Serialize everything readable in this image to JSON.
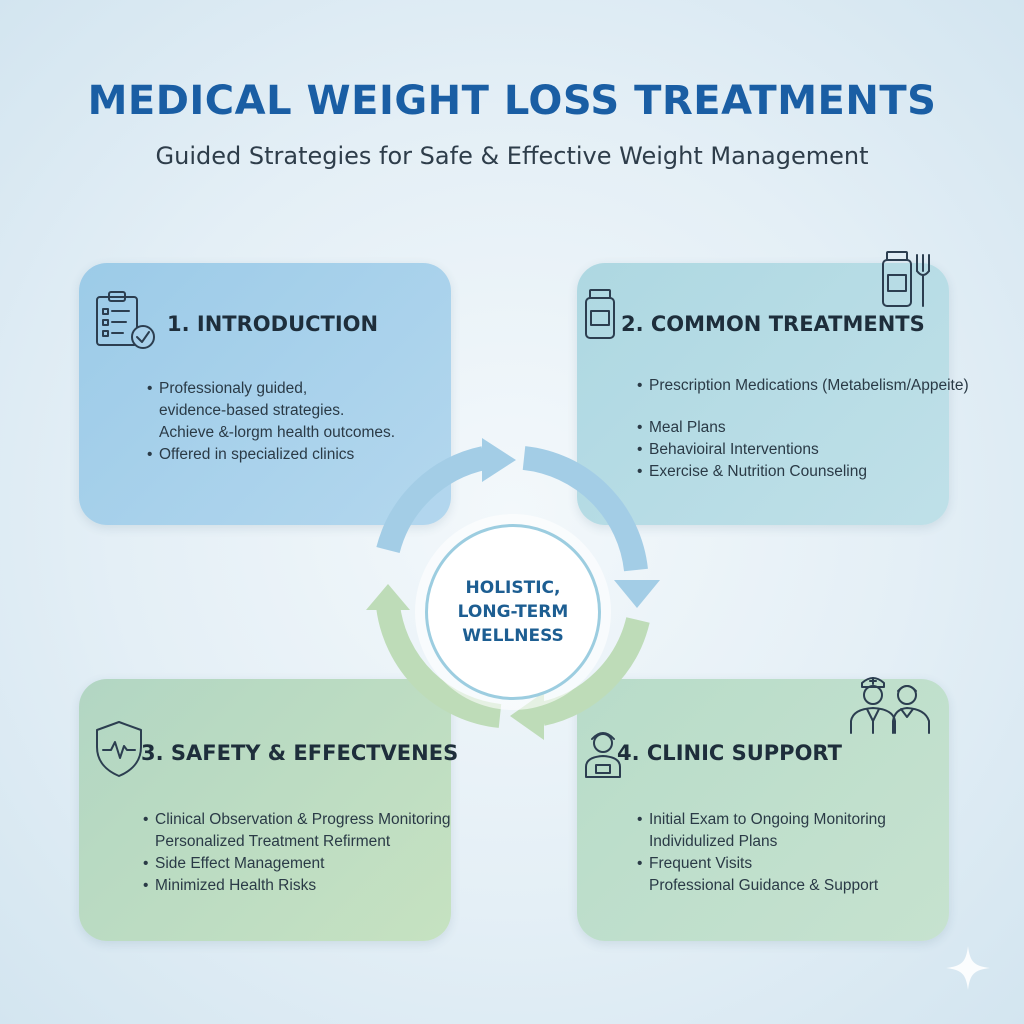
{
  "header": {
    "title": "MEDICAL WEIGHT LOSS TREATMENTS",
    "subtitle": "Guided Strategies for Safe & Effective Weight Management"
  },
  "center": {
    "line1": "HOLISTIC,",
    "line2": "LONG-TERM",
    "line3": "WELLNESS"
  },
  "cards": [
    {
      "title": "1. INTRODUCTION",
      "icon": "clipboard-check-icon",
      "bullets": [
        "Professionaly guided,",
        "evidence-based strategies.",
        "Achieve &-lorgm health outcomes.",
        "Offered in specialized clinics"
      ]
    },
    {
      "title": "2. COMMON TREATMENTS",
      "icon": "medicine-bottle-icon",
      "bullets": [
        "Prescription Medications (Metabelism/Appeite)",
        "Meal Plans",
        "Behavioiral Interventions",
        "Exercise & Nutrition Counseling"
      ]
    },
    {
      "title": "3. SAFETY & EFFECTVENES",
      "icon": "shield-heartbeat-icon",
      "bullets": [
        "Clinical Observation & Progress Monitoring",
        "Personalized Treatment Refirment",
        "Side Effect Management",
        "Minimized Health Risks"
      ]
    },
    {
      "title": "4. CLINIC SUPPORT",
      "icon": "medical-staff-icon",
      "bullets": [
        "Initial Exam to Ongoing Monitoring",
        "Individulized Plans",
        "Frequent Visits",
        "Professional Guidance & Support"
      ]
    }
  ],
  "colors": {
    "title": "#1a5ea4",
    "arrow_blue": "#a3cde6",
    "arrow_green": "#bedcb8"
  }
}
